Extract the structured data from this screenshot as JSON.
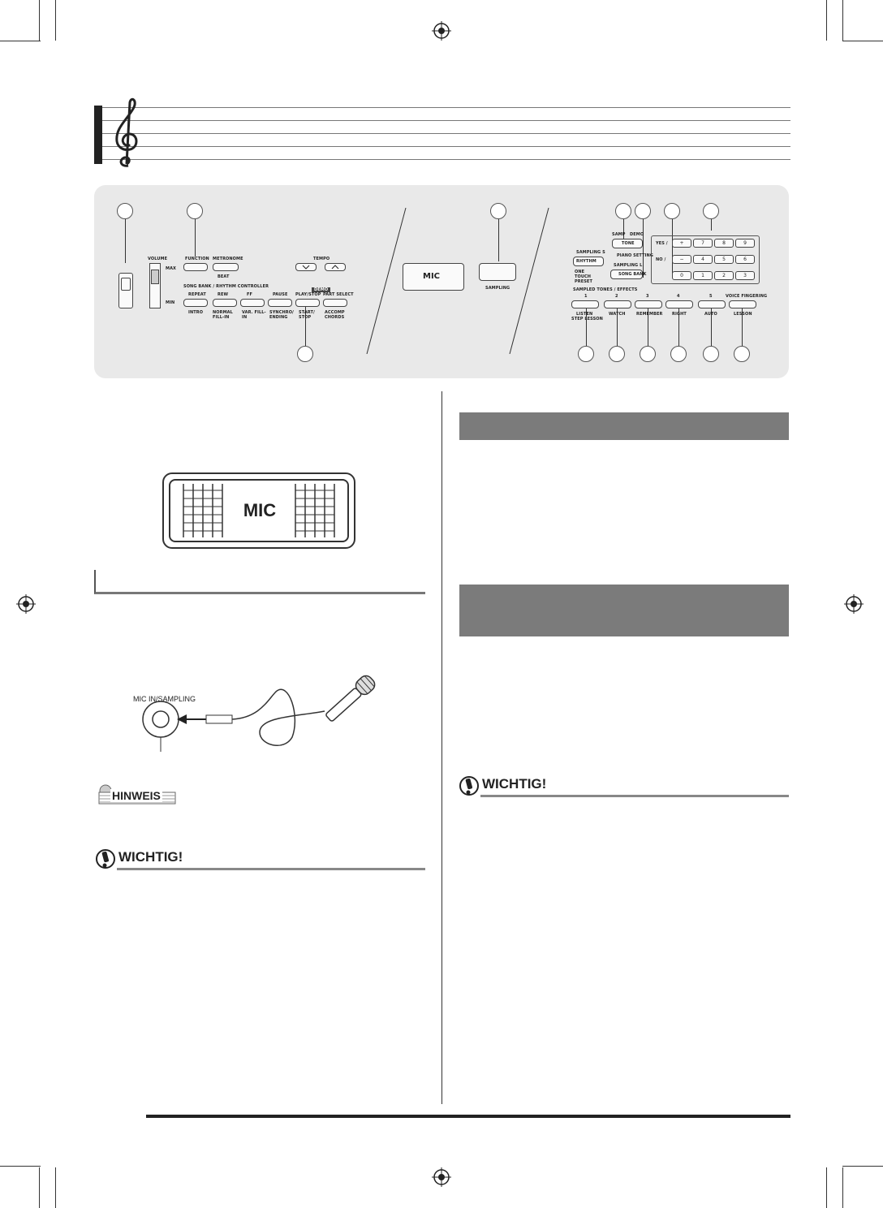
{
  "panel": {
    "labels": {
      "volume": "VOLUME",
      "max": "MAX",
      "min": "MIN",
      "function": "FUNCTION",
      "metronome": "METRONOME",
      "beat": "BEAT",
      "tempo": "TEMPO",
      "song_bank_controller": "SONG BANK / RHYTHM CONTROLLER",
      "demo": "DEMO",
      "repeat": "REPEAT",
      "rew": "REW",
      "ff": "FF",
      "pause": "PAUSE",
      "play_stop": "PLAY/STOP",
      "part_select": "PART SELECT",
      "intro": "INTRO",
      "normal_fill_in": "NORMAL FILL-IN",
      "var_fill_in": "VAR. FILL-IN",
      "synchro_ending": "SYNCHRO/ ENDING",
      "start_stop": "START/ STOP",
      "accomp_chords": "ACCOMP CHORDS",
      "mic": "MIC",
      "sampling": "SAMPLING",
      "samp": "SAMP",
      "demo2": "DEMO",
      "tone": "TONE",
      "piano_setting": "PIANO SETTING",
      "sampling_s": "SAMPLING S",
      "rhythm": "RHYTHM",
      "sampling_l": "SAMPLING L",
      "song_bank": "SONG BANK",
      "one_touch_preset": "ONE TOUCH PRESET",
      "yes": "YES /",
      "no": "NO /",
      "sampled_tones": "SAMPLED TONES / EFFECTS",
      "step_lesson": "STEP LESSON",
      "voice_fingering": "VOICE FINGERING",
      "listen": "LISTEN",
      "watch": "WATCH",
      "remember": "REMEMBER",
      "right": "RIGHT",
      "auto": "AUTO",
      "lesson": "LESSON"
    },
    "numkeys": [
      "+",
      "7",
      "8",
      "9",
      "−",
      "4",
      "5",
      "6",
      "0",
      "1",
      "2",
      "3"
    ],
    "sample_keys": [
      "1",
      "2",
      "3",
      "4",
      "5"
    ]
  },
  "mic_closeup_label": "MIC",
  "jack_label": "MIC IN/SAMPLING",
  "hinweis_label": "HINWEIS",
  "wichtig_left": "WICHTIG!",
  "wichtig_right": "WICHTIG!"
}
